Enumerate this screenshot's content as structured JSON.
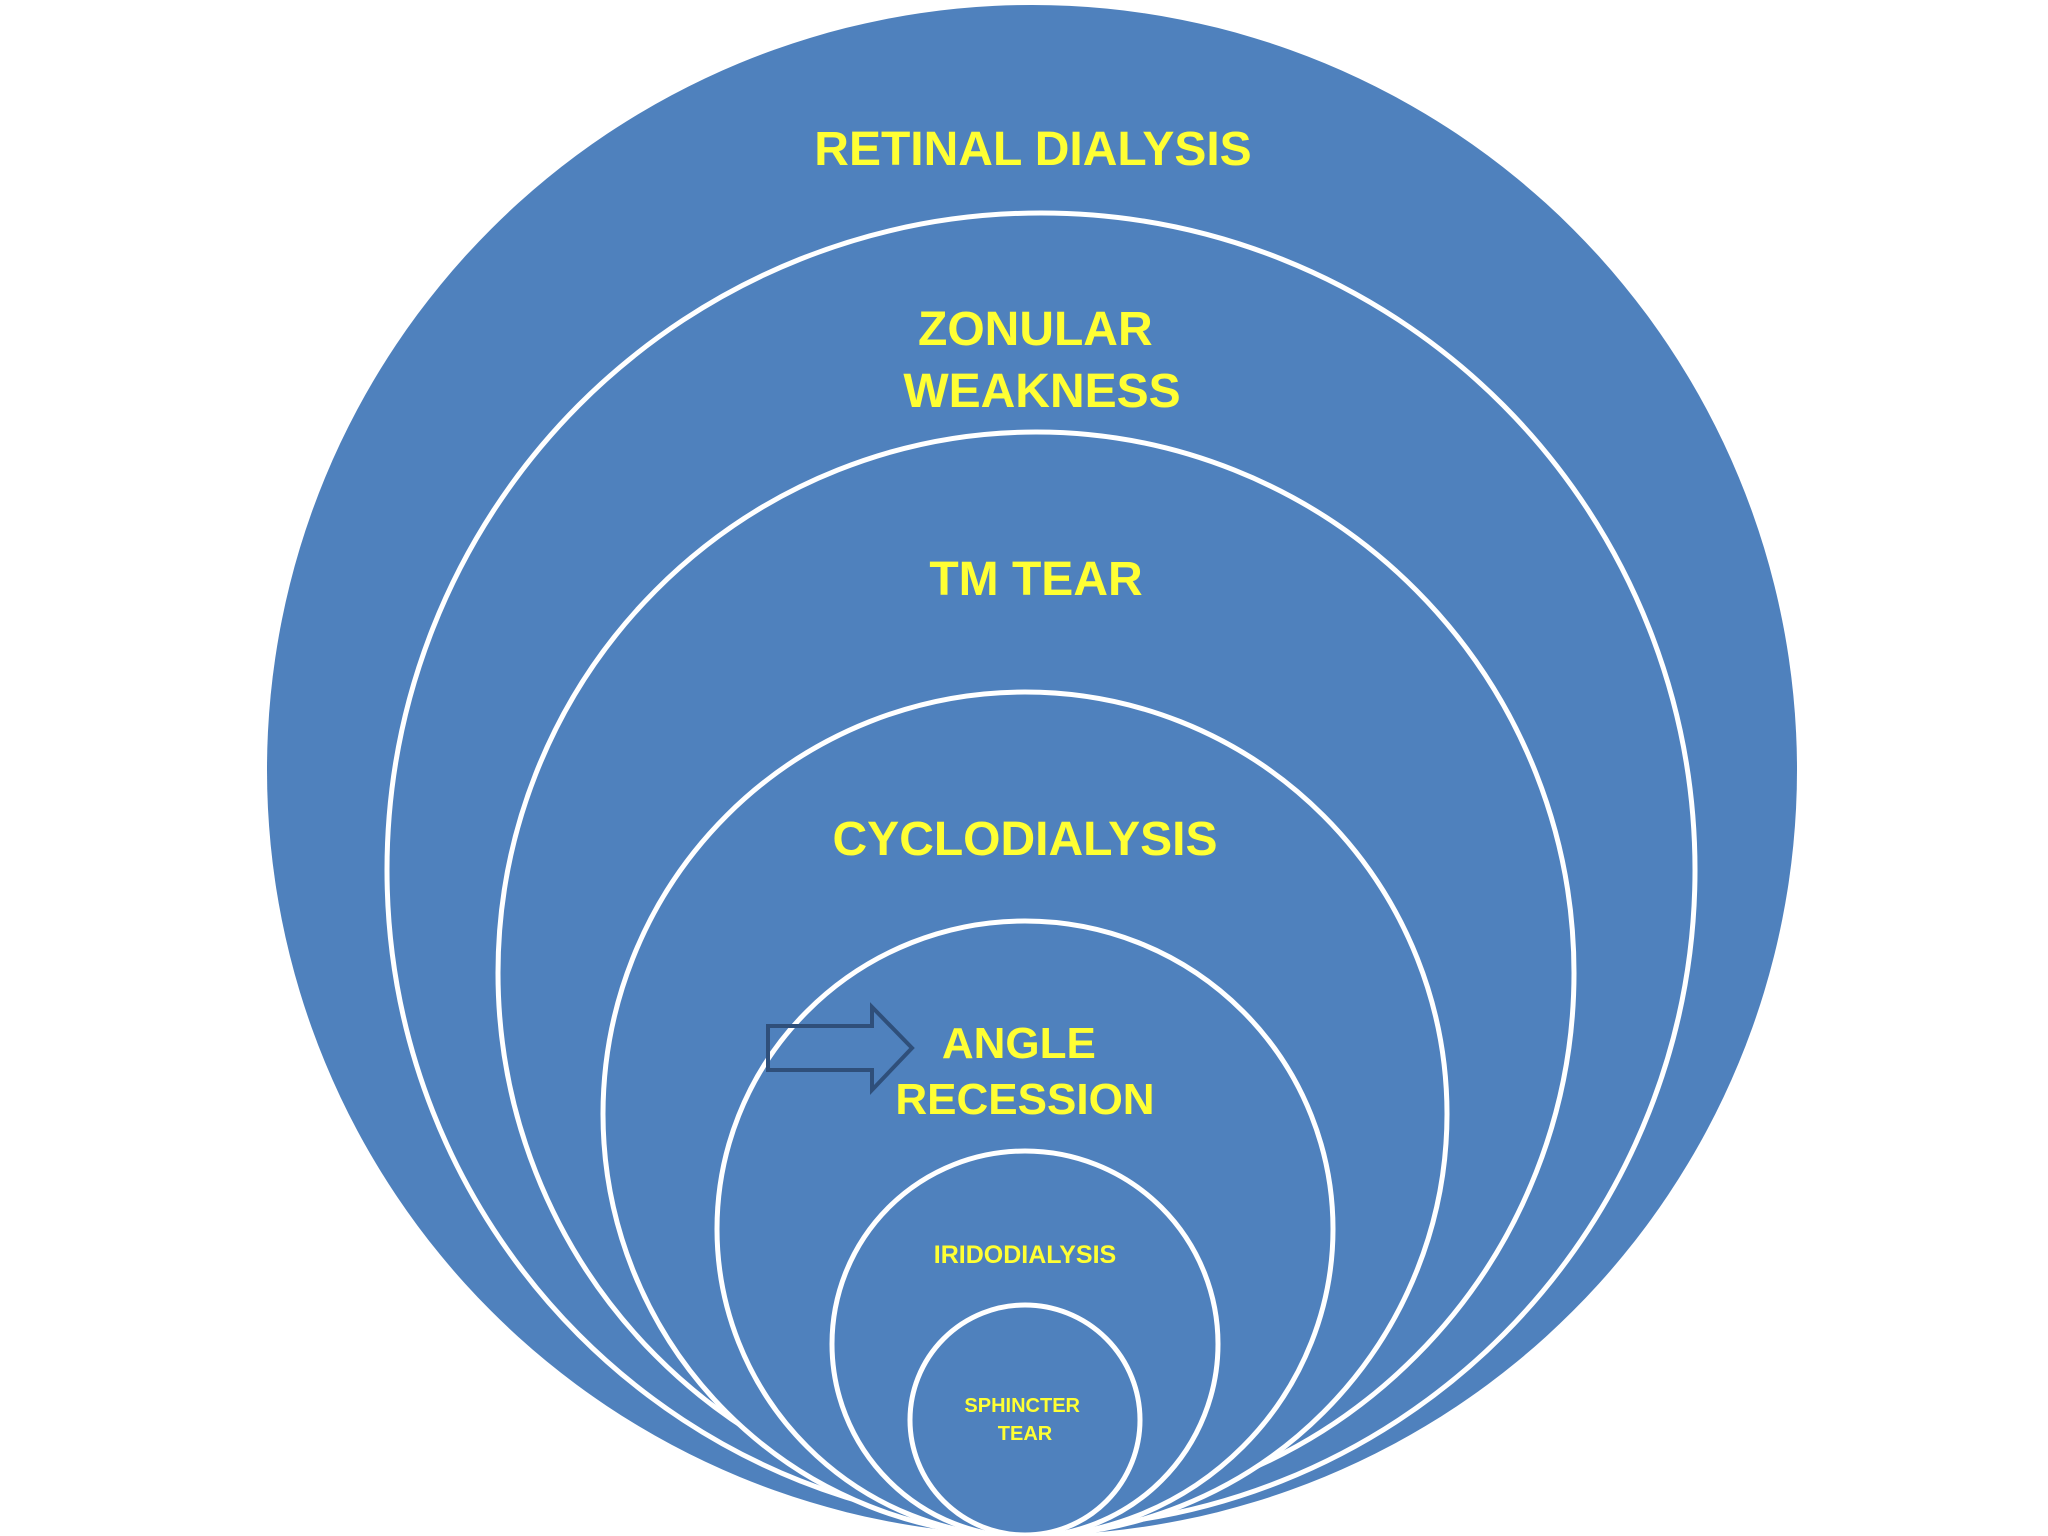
{
  "diagram": {
    "colors": {
      "fill": "#4f81bd",
      "ring_stroke": "#ffffff",
      "label_text": "#ffff33",
      "arrow_stroke": "#2f4f7a"
    },
    "layers": [
      {
        "label_lines": [
          "RETINAL DIALYSIS"
        ]
      },
      {
        "label_lines": [
          "ZONULAR",
          "WEAKNESS"
        ]
      },
      {
        "label_lines": [
          "TM TEAR"
        ]
      },
      {
        "label_lines": [
          "CYCLODIALYSIS"
        ]
      },
      {
        "label_lines": [
          "ANGLE",
          "RECESSION"
        ]
      },
      {
        "label_lines": [
          "IRIDODIALYSIS"
        ]
      },
      {
        "label_lines": [
          "SPHINCTER",
          "TEAR"
        ]
      }
    ],
    "arrow": {
      "icon": "right-arrow-icon",
      "points_to_layer": 4
    }
  }
}
